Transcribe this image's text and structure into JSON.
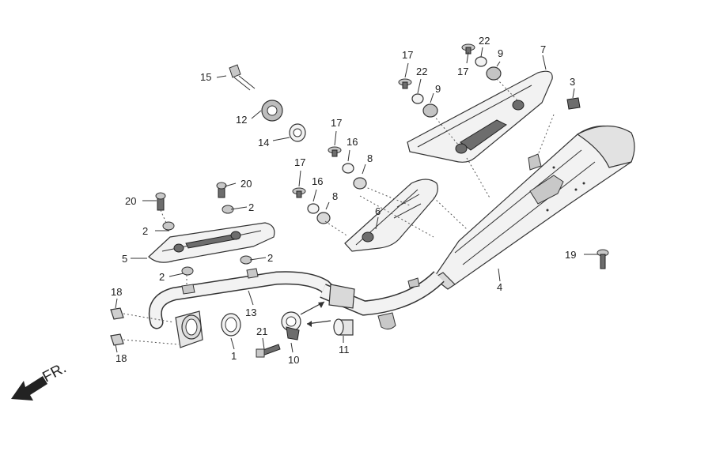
{
  "direction_label": "FR.",
  "callouts": {
    "c1": "1",
    "c2a": "2",
    "c2b": "2",
    "c2c": "2",
    "c2d": "2",
    "c3": "3",
    "c4": "4",
    "c5": "5",
    "c6": "6",
    "c7": "7",
    "c8a": "8",
    "c8b": "8",
    "c9a": "9",
    "c9b": "9",
    "c10": "10",
    "c11": "11",
    "c12": "12",
    "c13": "13",
    "c14": "14",
    "c15": "15",
    "c16a": "16",
    "c16b": "16",
    "c17a": "17",
    "c17b": "17",
    "c17c": "17",
    "c17d": "17",
    "c18a": "18",
    "c18b": "18",
    "c19": "19",
    "c20a": "20",
    "c20b": "20",
    "c21": "21",
    "c22a": "22",
    "c22b": "22"
  }
}
